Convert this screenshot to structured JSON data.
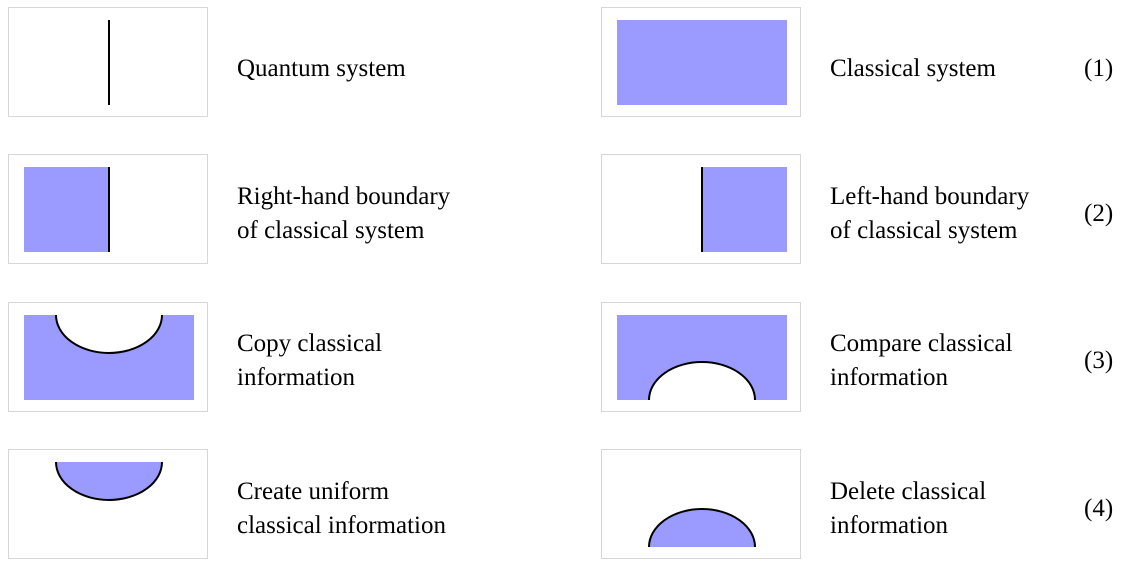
{
  "colors": {
    "classical_fill": "#9b9bff",
    "wire_stroke": "#000000",
    "tile_border": "#d6d6d6"
  },
  "rows": [
    {
      "left": {
        "icon": "quantum-wire-icon",
        "label": "Quantum system"
      },
      "right": {
        "icon": "classical-block-icon",
        "label": "Classical system"
      },
      "number": "(1)"
    },
    {
      "left": {
        "icon": "right-boundary-icon",
        "label": "Right-hand boundary\nof classical system"
      },
      "right": {
        "icon": "left-boundary-icon",
        "label": "Left-hand boundary\nof classical system"
      },
      "number": "(2)"
    },
    {
      "left": {
        "icon": "copy-cup-icon",
        "label": "Copy classical\ninformation"
      },
      "right": {
        "icon": "compare-cap-icon",
        "label": "Compare classical\ninformation"
      },
      "number": "(3)"
    },
    {
      "left": {
        "icon": "create-cup-icon",
        "label": "Create uniform\nclassical information"
      },
      "right": {
        "icon": "delete-cap-icon",
        "label": "Delete classical\ninformation"
      },
      "number": "(4)"
    }
  ]
}
